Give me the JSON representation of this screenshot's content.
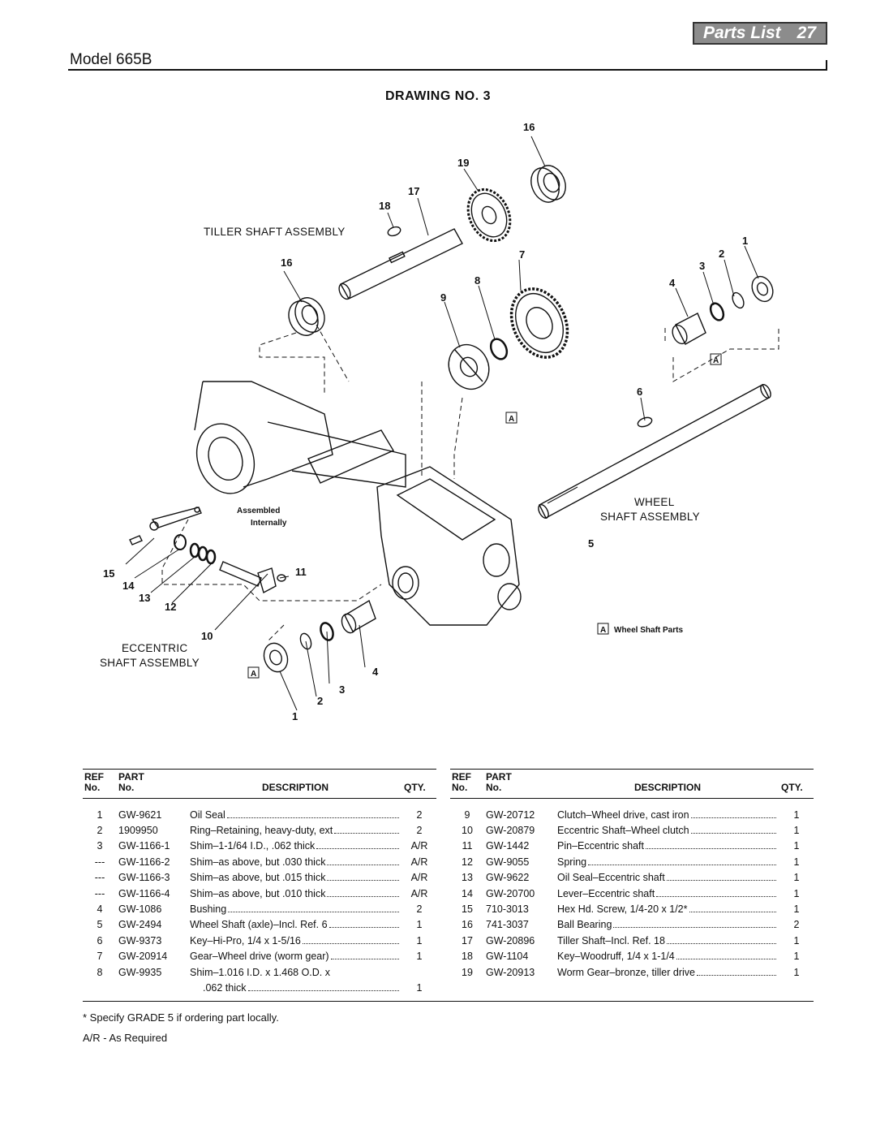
{
  "header": {
    "section_title": "Parts List",
    "page_number": "27",
    "model": "Model 665B",
    "drawing_title": "DRAWING NO. 3"
  },
  "diagram": {
    "labels": {
      "tiller_shaft_assembly": "TILLER SHAFT ASSEMBLY",
      "wheel_shaft_assembly_1": "WHEEL",
      "wheel_shaft_assembly_2": "SHAFT ASSEMBLY",
      "eccentric_shaft_assembly_1": "ECCENTRIC",
      "eccentric_shaft_assembly_2": "SHAFT ASSEMBLY",
      "assembled_internally_1": "Assembled",
      "assembled_internally_2": "Internally",
      "legend_box": "A",
      "legend_text": "Wheel Shaft Parts"
    },
    "callouts": [
      "16",
      "19",
      "17",
      "18",
      "16",
      "7",
      "8",
      "9",
      "1",
      "2",
      "3",
      "4",
      "6",
      "5",
      "15",
      "14",
      "13",
      "12",
      "11",
      "10",
      "4",
      "3",
      "2",
      "1",
      "A",
      "A",
      "A"
    ]
  },
  "table_headers": {
    "ref_1": "REF",
    "ref_2": "No.",
    "part_1": "PART",
    "part_2": "No.",
    "description": "DESCRIPTION",
    "qty": "QTY."
  },
  "parts_left": [
    {
      "ref": "1",
      "part": "GW-9621",
      "desc": "Oil Seal",
      "qty": "2"
    },
    {
      "ref": "2",
      "part": "1909950",
      "desc": "Ring–Retaining, heavy-duty, ext",
      "qty": "2"
    },
    {
      "ref": "3",
      "part": "GW-1166-1",
      "desc": "Shim–1-1/64 I.D., .062 thick",
      "qty": "A/R"
    },
    {
      "ref": "---",
      "part": "GW-1166-2",
      "desc": "Shim–as above, but .030 thick",
      "qty": "A/R"
    },
    {
      "ref": "---",
      "part": "GW-1166-3",
      "desc": "Shim–as above, but .015 thick",
      "qty": "A/R"
    },
    {
      "ref": "---",
      "part": "GW-1166-4",
      "desc": "Shim–as above, but .010 thick",
      "qty": "A/R"
    },
    {
      "ref": "4",
      "part": "GW-1086",
      "desc": "Bushing",
      "qty": "2"
    },
    {
      "ref": "5",
      "part": "GW-2494",
      "desc": "Wheel Shaft (axle)–Incl. Ref. 6",
      "qty": "1"
    },
    {
      "ref": "6",
      "part": "GW-9373",
      "desc": "Key–Hi-Pro, 1/4 x 1-5/16",
      "qty": "1"
    },
    {
      "ref": "7",
      "part": "GW-20914",
      "desc": "Gear–Wheel drive (worm gear)",
      "qty": "1"
    },
    {
      "ref": "8",
      "part": "GW-9935",
      "desc": "Shim–1.016 I.D. x 1.468 O.D. x",
      "qty": ""
    },
    {
      "ref": "",
      "part": "",
      "desc": ".062 thick",
      "qty": "1"
    }
  ],
  "parts_right": [
    {
      "ref": "9",
      "part": "GW-20712",
      "desc": "Clutch–Wheel drive, cast iron",
      "qty": "1"
    },
    {
      "ref": "10",
      "part": "GW-20879",
      "desc": "Eccentric Shaft–Wheel clutch",
      "qty": "1"
    },
    {
      "ref": "11",
      "part": "GW-1442",
      "desc": "Pin–Eccentric shaft",
      "qty": "1"
    },
    {
      "ref": "12",
      "part": "GW-9055",
      "desc": "Spring",
      "qty": "1"
    },
    {
      "ref": "13",
      "part": "GW-9622",
      "desc": "Oil Seal–Eccentric shaft",
      "qty": "1"
    },
    {
      "ref": "14",
      "part": "GW-20700",
      "desc": "Lever–Eccentric shaft",
      "qty": "1"
    },
    {
      "ref": "15",
      "part": "710-3013",
      "desc": "Hex Hd. Screw, 1/4-20 x 1/2*",
      "qty": "1"
    },
    {
      "ref": "16",
      "part": "741-3037",
      "desc": "Ball Bearing",
      "qty": "2"
    },
    {
      "ref": "17",
      "part": "GW-20896",
      "desc": "Tiller Shaft–Incl. Ref. 18",
      "qty": "1"
    },
    {
      "ref": "18",
      "part": "GW-1104",
      "desc": "Key–Woodruff, 1/4 x 1-1/4",
      "qty": "1"
    },
    {
      "ref": "19",
      "part": "GW-20913",
      "desc": "Worm Gear–bronze, tiller drive",
      "qty": "1"
    }
  ],
  "footnotes": {
    "grade_note": "* Specify GRADE 5 if ordering part locally.",
    "ar_note": "A/R - As Required"
  }
}
